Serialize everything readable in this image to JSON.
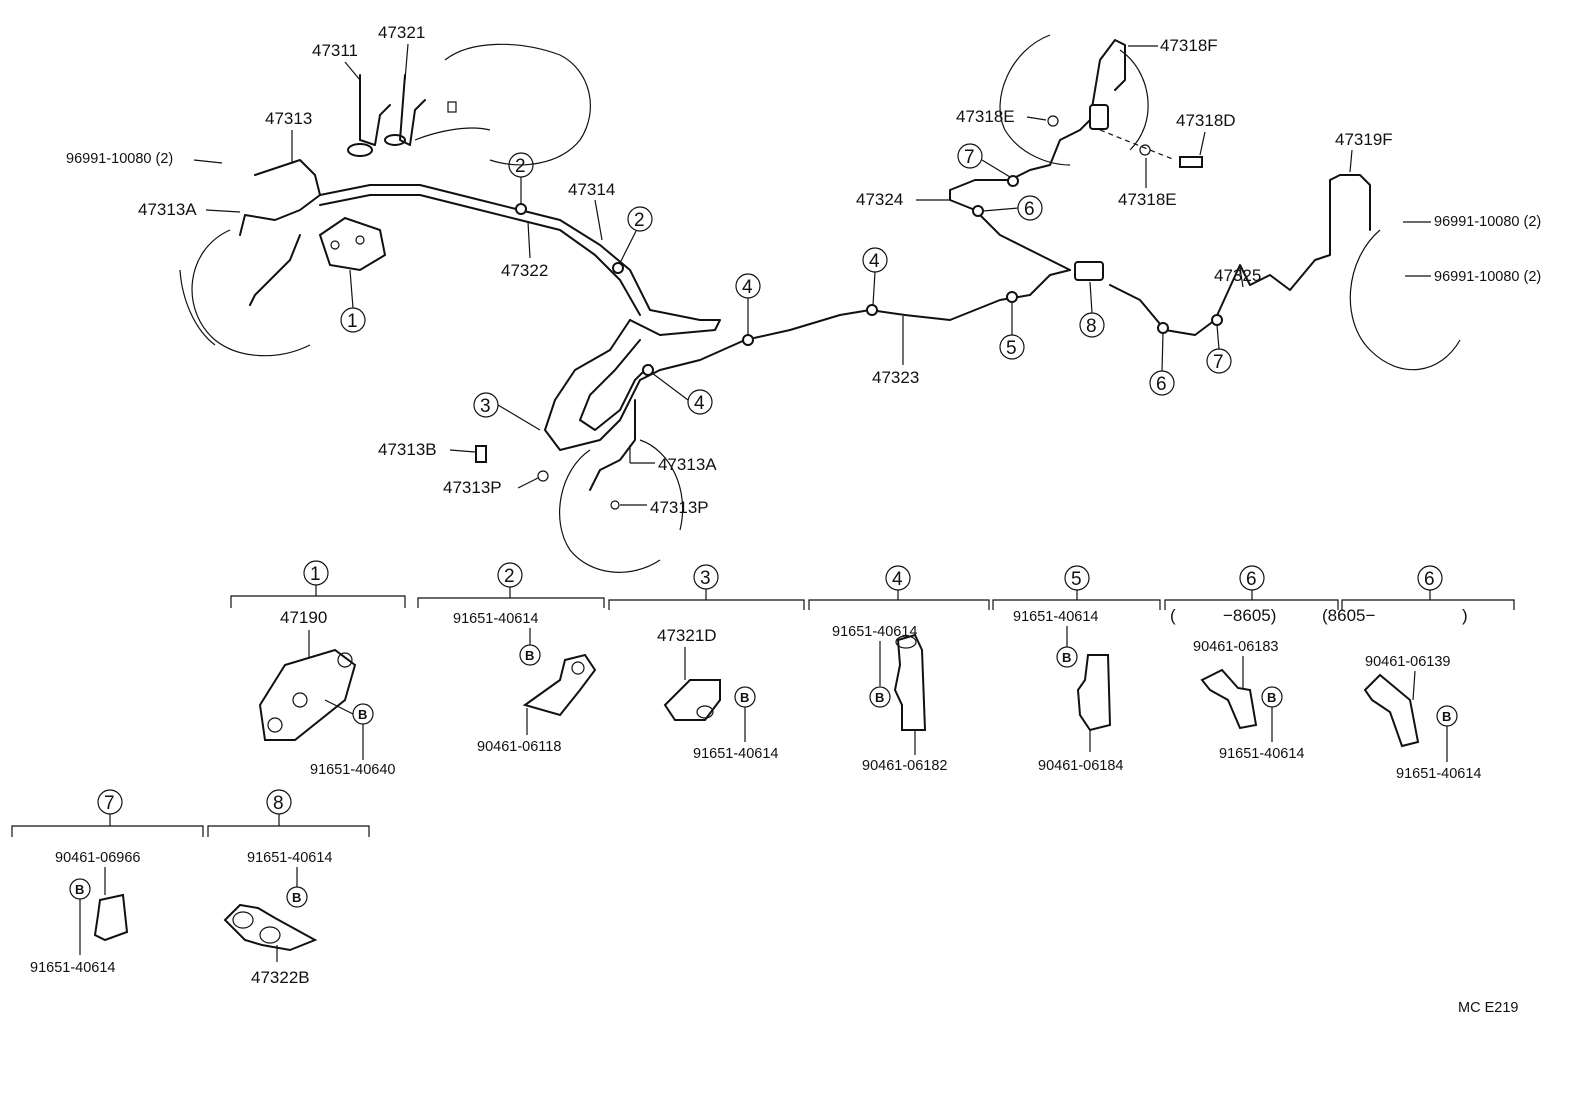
{
  "labels": {
    "p47311": "47311",
    "p47321": "47321",
    "p47313": "47313",
    "p96991_tl": "96991-10080 (2)",
    "p47313A_l": "47313A",
    "p47314": "47314",
    "p47322": "47322",
    "p47313B": "47313B",
    "p47313P_l": "47313P",
    "p47313A_b": "47313A",
    "p47313P_r": "47313P",
    "p47323": "47323",
    "p47318F": "47318F",
    "p47318E_t": "47318E",
    "p47318D": "47318D",
    "p47318E_b": "47318E",
    "p47324": "47324",
    "p47319F": "47319F",
    "p96991_r1": "96991-10080 (2)",
    "p96991_r2": "96991-10080 (2)",
    "p47325": "47325"
  },
  "callouts": {
    "c1": "1",
    "c2": "2",
    "c3": "3",
    "c4": "4",
    "c5": "5",
    "c6": "6",
    "c7": "7",
    "c8": "8",
    "b": "B"
  },
  "details": {
    "d1_part": "47190",
    "d1_bolt": "91651-40640",
    "d2_bolt": "91651-40614",
    "d2_clamp": "90461-06118",
    "d3_part": "47321D",
    "d3_bolt": "91651-40614",
    "d4_bolt": "91651-40614",
    "d4_clamp": "90461-06182",
    "d5_bolt": "91651-40614",
    "d5_clamp": "90461-06184",
    "d6a_range_open": "(",
    "d6a_range": "−8605)",
    "d6a_clamp": "90461-06183",
    "d6a_bolt": "91651-40614",
    "d6b_range": "(8605−",
    "d6b_range_close": ")",
    "d6b_clamp": "90461-06139",
    "d6b_bolt": "91651-40614",
    "d7_clamp": "90461-06966",
    "d7_bolt": "91651-40614",
    "d8_bolt": "91651-40614",
    "d8_part": "47322B"
  },
  "footer": {
    "code": "MC  E219"
  }
}
